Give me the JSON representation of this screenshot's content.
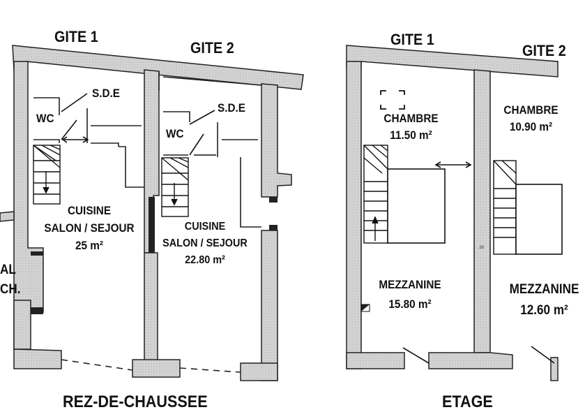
{
  "left_plan": {
    "level_title": "REZ-DE-CHAUSSEE",
    "gite1_title": "GITE 1",
    "gite2_title": "GITE 2",
    "g1_sde": "S.D.E",
    "g1_wc": "WC",
    "g1_room_line1": "CUISINE",
    "g1_room_line2": "SALON / SEJOUR",
    "g1_area": "25 m²",
    "g2_sde": "S.D.E",
    "g2_wc": "WC",
    "g2_room_line1": "CUISINE",
    "g2_room_line2": "SALON / SEJOUR",
    "g2_area": "22.80 m²",
    "edge_text_line1": "AL",
    "edge_text_line2": "CH."
  },
  "right_plan": {
    "level_title": "ETAGE",
    "gite1_title": "GITE 1",
    "gite2_title": "GITE 2",
    "g1_bedroom": "CHAMBRE",
    "g1_bedroom_area": "11.50 m²",
    "g1_mezzanine": "MEZZANINE",
    "g1_mezzanine_area": "15.80 m²",
    "g2_bedroom": "CHAMBRE",
    "g2_bedroom_area": "10.90 m²",
    "g2_mezzanine": "MEZZANINE",
    "g2_mezzanine_area": "12.60 m²",
    "small_mark": ".50"
  }
}
